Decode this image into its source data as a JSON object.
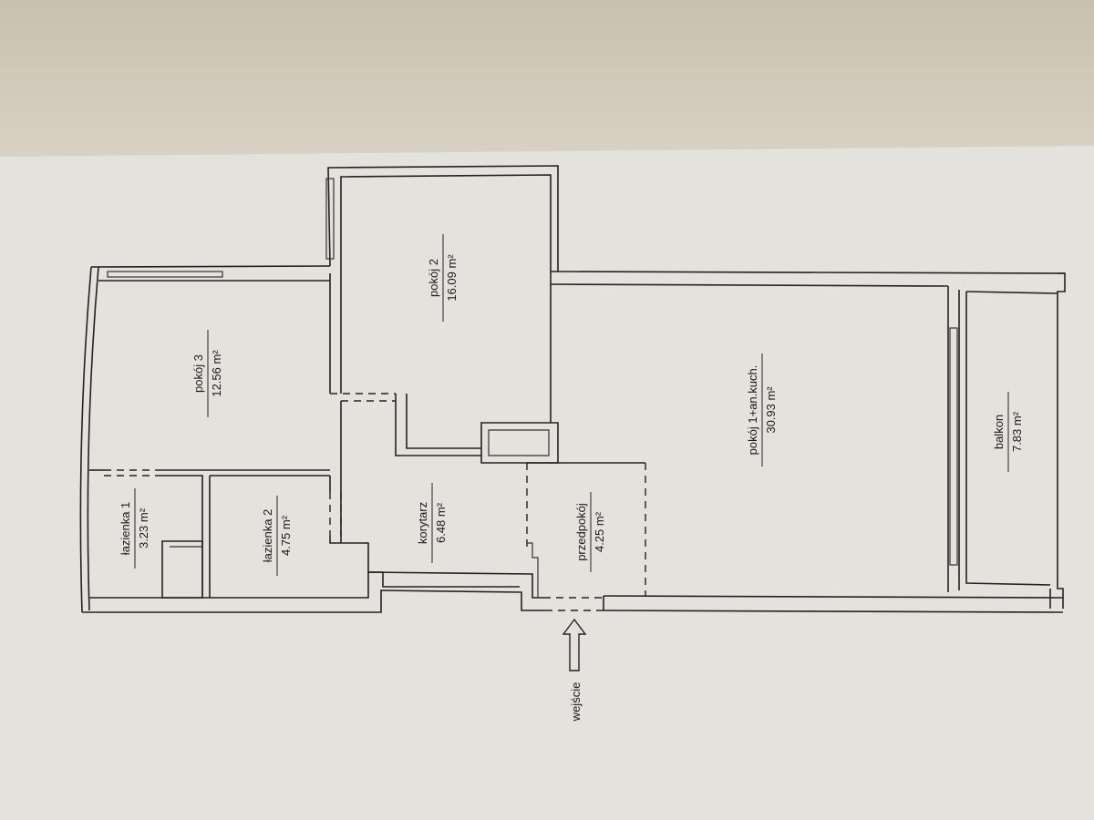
{
  "rooms": [
    {
      "name": "pokój 3",
      "area": "12.56 m²"
    },
    {
      "name": "pokój 2",
      "area": "16.09 m²"
    },
    {
      "name": "pokój 1+an.kuch.",
      "area": "30.93 m²"
    },
    {
      "name": "balkon",
      "area": "7.83 m²"
    },
    {
      "name": "łazienka 1",
      "area": "3.23 m²"
    },
    {
      "name": "łazienka 2",
      "area": "4.75 m²"
    },
    {
      "name": "korytarz",
      "area": "6.48 m²"
    },
    {
      "name": "przedpokój",
      "area": "4.25 m²"
    }
  ],
  "entrance": {
    "label": "wejście"
  },
  "colors": {
    "paper": "#e2e1dc",
    "ink": "#222222",
    "background": "#d6d0c2"
  }
}
